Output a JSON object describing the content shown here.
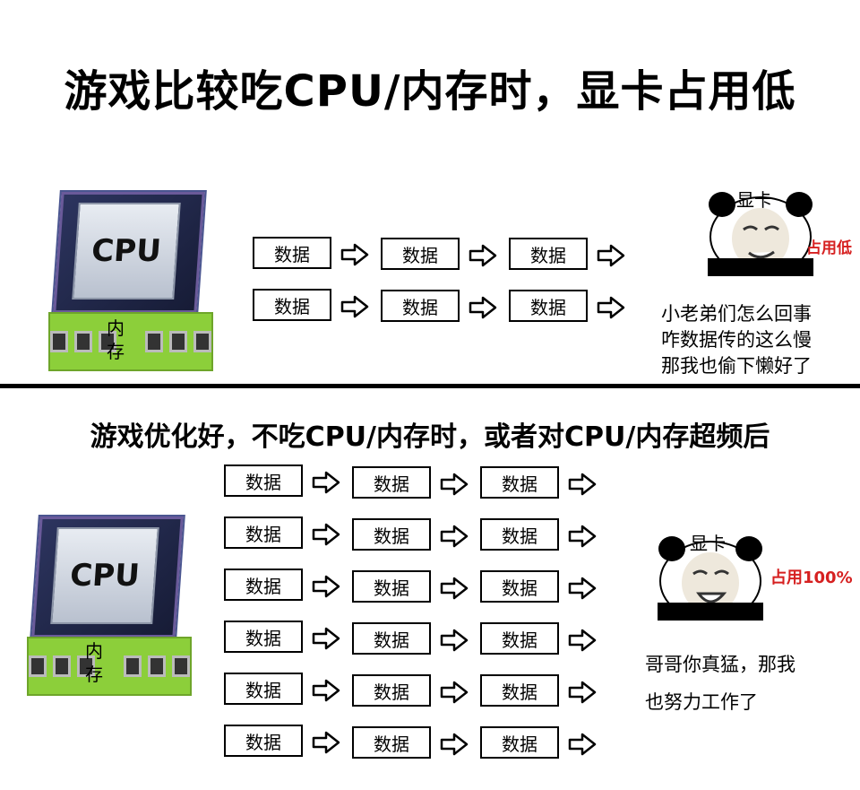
{
  "title": "游戏比较吃CPU/内存时，显卡占用低",
  "subtitle": "游戏优化好，不吃CPU/内存时，或者对CPU/内存超频后",
  "cpu_label": "CPU",
  "memory_label": "内存",
  "data_label": "数据",
  "gpu_label": "显卡",
  "top": {
    "usage": "占用低",
    "speech": [
      "小老弟们怎么回事",
      "咋数据传的这么慢",
      "那我也偷下懒好了"
    ]
  },
  "bottom": {
    "usage": "占用100%",
    "speech": [
      "哥哥你真猛，那我",
      "也努力工作了"
    ]
  },
  "colors": {
    "usage": "#d62020",
    "ram": "#8ccf3a"
  },
  "icons": [
    "cpu-chip-icon",
    "memory-stick-icon",
    "right-arrow-icon",
    "panda-face-icon"
  ]
}
